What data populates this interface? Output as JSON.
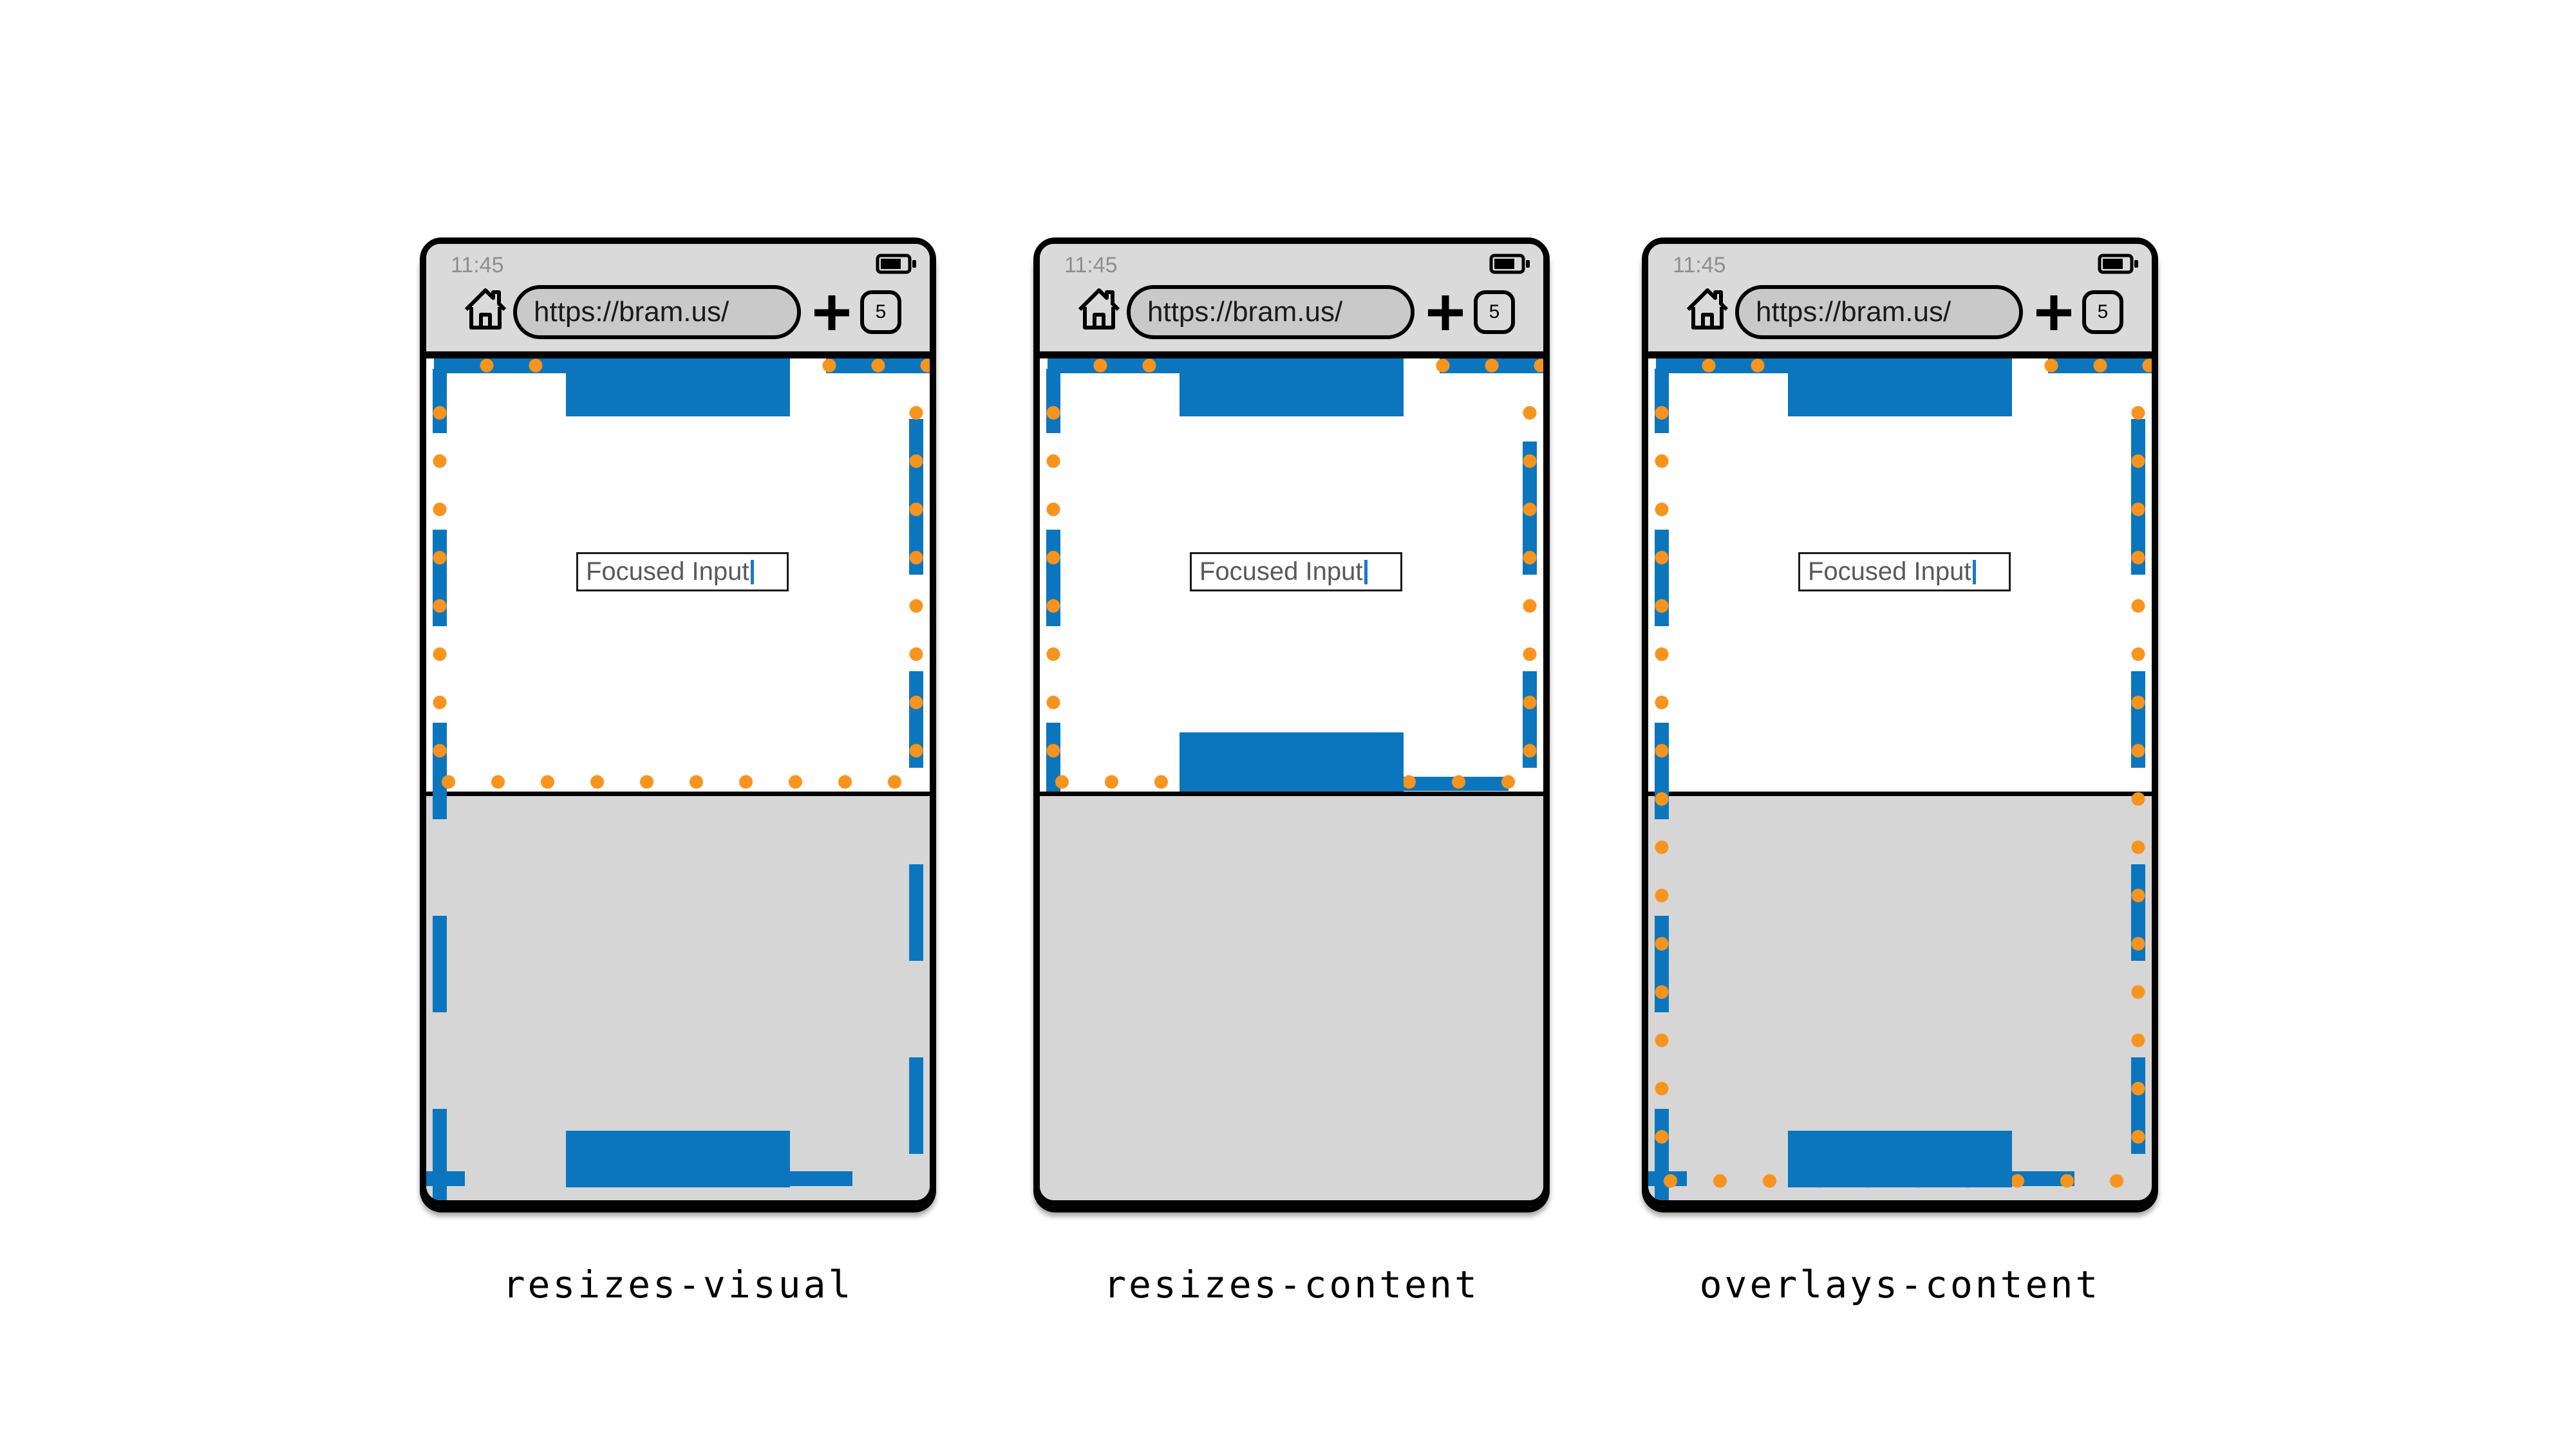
{
  "colors": {
    "blue": "#0b76bd",
    "orange": "#f7941e",
    "chrome_gray": "#dadada",
    "pill_gray": "#c9c9c9",
    "keyboard_gray": "#d6d6d6",
    "time_gray": "#8e8e8e",
    "url_text": "#1a1a1a",
    "input_text": "#595959",
    "caret_blue": "#1b79c8"
  },
  "icons": {
    "home": "home-icon",
    "new_tab": "plus-icon",
    "tab_counter": "tab-counter-button",
    "battery": "battery-icon",
    "caret": "text-caret"
  },
  "phones": [
    {
      "id": "resizes-visual",
      "label": "resizes-visual",
      "chrome": {
        "time": "11:45",
        "url": "https://bram.us/",
        "tab_count": "5"
      },
      "page": {
        "input_value": "Focused Input"
      }
    },
    {
      "id": "resizes-content",
      "label": "resizes-content",
      "chrome": {
        "time": "11:45",
        "url": "https://bram.us/",
        "tab_count": "5"
      },
      "page": {
        "input_value": "Focused Input"
      }
    },
    {
      "id": "overlays-content",
      "label": "overlays-content",
      "chrome": {
        "time": "11:45",
        "url": "https://bram.us/",
        "tab_count": "5"
      },
      "page": {
        "input_value": "Focused Input"
      }
    }
  ]
}
